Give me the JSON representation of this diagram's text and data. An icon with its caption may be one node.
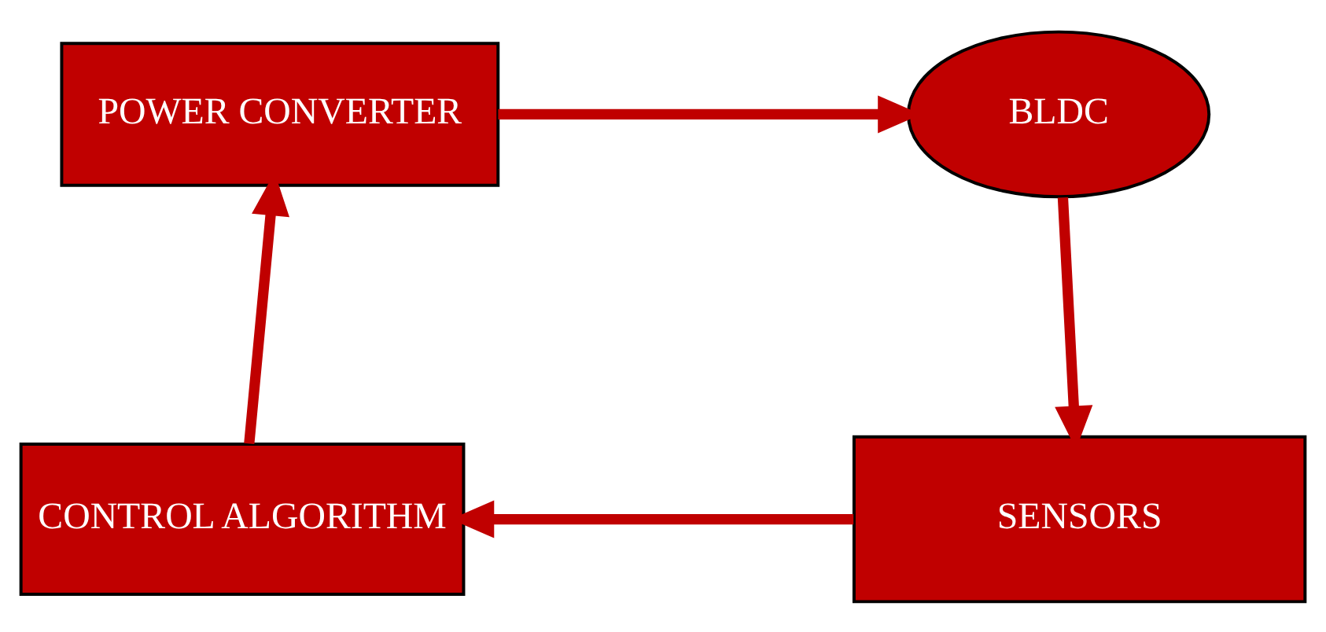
{
  "diagram": {
    "nodes": [
      {
        "text": [
          "POWER CONVERTER"
        ]
      },
      {
        "text": [
          "BLDC"
        ]
      },
      {
        "text": [
          "CONTROL ALGORITHM"
        ]
      },
      {
        "text": [
          "SENSORS"
        ]
      }
    ],
    "edges": [
      {
        "from": 0,
        "to": 1,
        "arrow": "to"
      },
      {
        "from": 1,
        "to": 3,
        "arrow": "to"
      },
      {
        "from": 3,
        "to": 2,
        "arrow": "to"
      },
      {
        "from": 2,
        "to": 0,
        "arrow": "to"
      }
    ]
  }
}
